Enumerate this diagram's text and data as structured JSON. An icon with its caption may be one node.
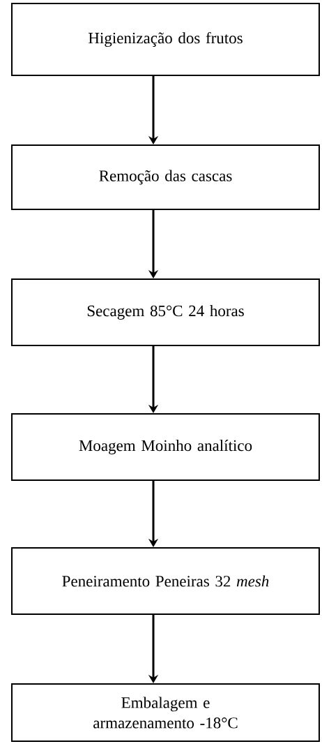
{
  "diagram": {
    "nodes": [
      {
        "text": [
          "Higienização dos frutos"
        ]
      },
      {
        "text": [
          "Remoção das cascas"
        ]
      },
      {
        "text": [
          "Secagem 85°C 24 horas"
        ]
      },
      {
        "text": [
          "Moagem Moinho analítico"
        ]
      },
      {
        "text": [
          "Peneiramento Peneiras 32 *mesh*"
        ]
      },
      {
        "text": [
          "Embalagem e armazenamento -18°C"
        ]
      }
    ],
    "edges": [
      {
        "from": 0,
        "to": 1,
        "arrow": "to"
      },
      {
        "from": 1,
        "to": 2,
        "arrow": "to"
      },
      {
        "from": 2,
        "to": 3,
        "arrow": "to"
      },
      {
        "from": 3,
        "to": 4,
        "arrow": "to"
      },
      {
        "from": 4,
        "to": 5,
        "arrow": "to"
      }
    ]
  }
}
